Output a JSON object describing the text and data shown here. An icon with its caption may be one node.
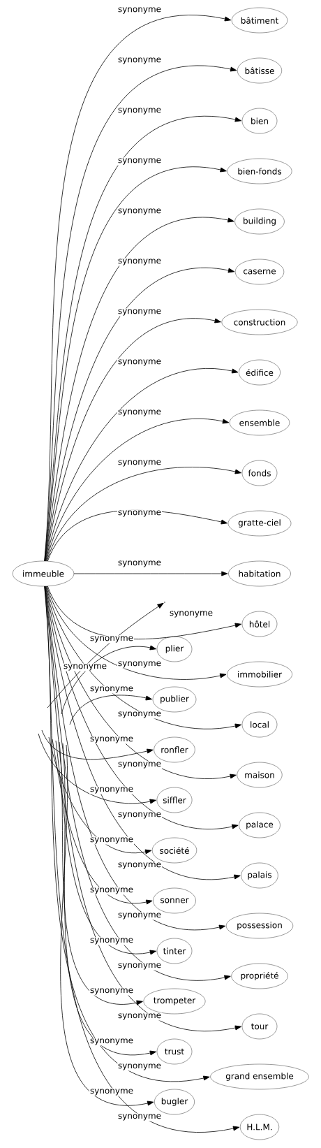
{
  "diagram": {
    "nodes": [
      {
        "text": [
          "immeuble"
        ]
      },
      {
        "text": [
          "bâtiment"
        ]
      },
      {
        "text": [
          "bâtisse"
        ]
      },
      {
        "text": [
          "bien"
        ]
      },
      {
        "text": [
          "bien-fonds"
        ]
      },
      {
        "text": [
          "building"
        ]
      },
      {
        "text": [
          "caserne"
        ]
      },
      {
        "text": [
          "construction"
        ]
      },
      {
        "text": [
          "édifice"
        ]
      },
      {
        "text": [
          "ensemble"
        ]
      },
      {
        "text": [
          "fonds"
        ]
      },
      {
        "text": [
          "gratte-ciel"
        ]
      },
      {
        "text": [
          "habitation"
        ]
      },
      {
        "text": [
          "hôtel"
        ]
      },
      {
        "text": [
          "immobilier"
        ]
      },
      {
        "text": [
          "local"
        ]
      },
      {
        "text": [
          "maison"
        ]
      },
      {
        "text": [
          "palace"
        ]
      },
      {
        "text": [
          "palais"
        ]
      },
      {
        "text": [
          "possession"
        ]
      },
      {
        "text": [
          "propriété"
        ]
      },
      {
        "text": [
          "tour"
        ]
      },
      {
        "text": [
          "grand ensemble"
        ]
      },
      {
        "text": [
          "H.L.M."
        ]
      },
      {
        "text": [
          "plier"
        ]
      },
      {
        "text": [
          "publier"
        ]
      },
      {
        "text": [
          "ronfler"
        ]
      },
      {
        "text": [
          "siffler"
        ]
      },
      {
        "text": [
          "société"
        ]
      },
      {
        "text": [
          "sonner"
        ]
      },
      {
        "text": [
          "tinter"
        ]
      },
      {
        "text": [
          "trompeter"
        ]
      },
      {
        "text": [
          "trust"
        ]
      },
      {
        "text": [
          "bugler"
        ]
      },
      {
        "text": [],
        "shape": "point"
      }
    ],
    "edges": [
      {
        "from": 0,
        "to": 1,
        "arrow": "to",
        "label": "synonyme"
      },
      {
        "from": 0,
        "to": 2,
        "arrow": "to",
        "label": "synonyme"
      },
      {
        "from": 0,
        "to": 3,
        "arrow": "to",
        "label": "synonyme"
      },
      {
        "from": 0,
        "to": 4,
        "arrow": "to",
        "label": "synonyme"
      },
      {
        "from": 0,
        "to": 5,
        "arrow": "to",
        "label": "synonyme"
      },
      {
        "from": 0,
        "to": 6,
        "arrow": "to",
        "label": "synonyme"
      },
      {
        "from": 0,
        "to": 7,
        "arrow": "to",
        "label": "synonyme"
      },
      {
        "from": 0,
        "to": 8,
        "arrow": "to",
        "label": "synonyme"
      },
      {
        "from": 0,
        "to": 9,
        "arrow": "to",
        "label": "synonyme"
      },
      {
        "from": 0,
        "to": 10,
        "arrow": "to",
        "label": "synonyme"
      },
      {
        "from": 0,
        "to": 11,
        "arrow": "to",
        "label": "synonyme"
      },
      {
        "from": 0,
        "to": 12,
        "arrow": "to",
        "label": "synonyme"
      },
      {
        "from": 0,
        "to": 13,
        "arrow": "to",
        "label": "synonyme"
      },
      {
        "from": 0,
        "to": 14,
        "arrow": "to",
        "label": "synonyme"
      },
      {
        "from": 0,
        "to": 15,
        "arrow": "to",
        "label": "synonyme"
      },
      {
        "from": 0,
        "to": 16,
        "arrow": "to",
        "label": "synonyme"
      },
      {
        "from": 0,
        "to": 17,
        "arrow": "to",
        "label": "synonyme"
      },
      {
        "from": 0,
        "to": 18,
        "arrow": "to",
        "label": "synonyme"
      },
      {
        "from": 0,
        "to": 19,
        "arrow": "to",
        "label": "synonyme"
      },
      {
        "from": 0,
        "to": 20,
        "arrow": "to",
        "label": "synonyme"
      },
      {
        "from": 0,
        "to": 21,
        "arrow": "to",
        "label": "synonyme"
      },
      {
        "from": 0,
        "to": 22,
        "arrow": "to",
        "label": "synonyme"
      },
      {
        "from": 0,
        "to": 23,
        "arrow": "to",
        "label": "synonyme"
      },
      {
        "from": null,
        "to": 34,
        "arrow": "to",
        "label": "synonyme"
      },
      {
        "from": null,
        "to": 24,
        "arrow": "to",
        "label": "synonyme"
      },
      {
        "from": null,
        "to": 25,
        "arrow": "to",
        "label": "synonyme"
      },
      {
        "from": null,
        "to": 26,
        "arrow": "to",
        "label": "synonyme"
      },
      {
        "from": null,
        "to": 27,
        "arrow": "to",
        "label": "synonyme"
      },
      {
        "from": null,
        "to": 28,
        "arrow": "to",
        "label": "synonyme"
      },
      {
        "from": null,
        "to": 29,
        "arrow": "to",
        "label": "synonyme"
      },
      {
        "from": null,
        "to": 30,
        "arrow": "to",
        "label": "synonyme"
      },
      {
        "from": null,
        "to": 31,
        "arrow": "to",
        "label": "synonyme"
      },
      {
        "from": null,
        "to": 32,
        "arrow": "to",
        "label": "synonyme"
      },
      {
        "from": null,
        "to": 33,
        "arrow": "to",
        "label": "synonyme"
      }
    ]
  }
}
